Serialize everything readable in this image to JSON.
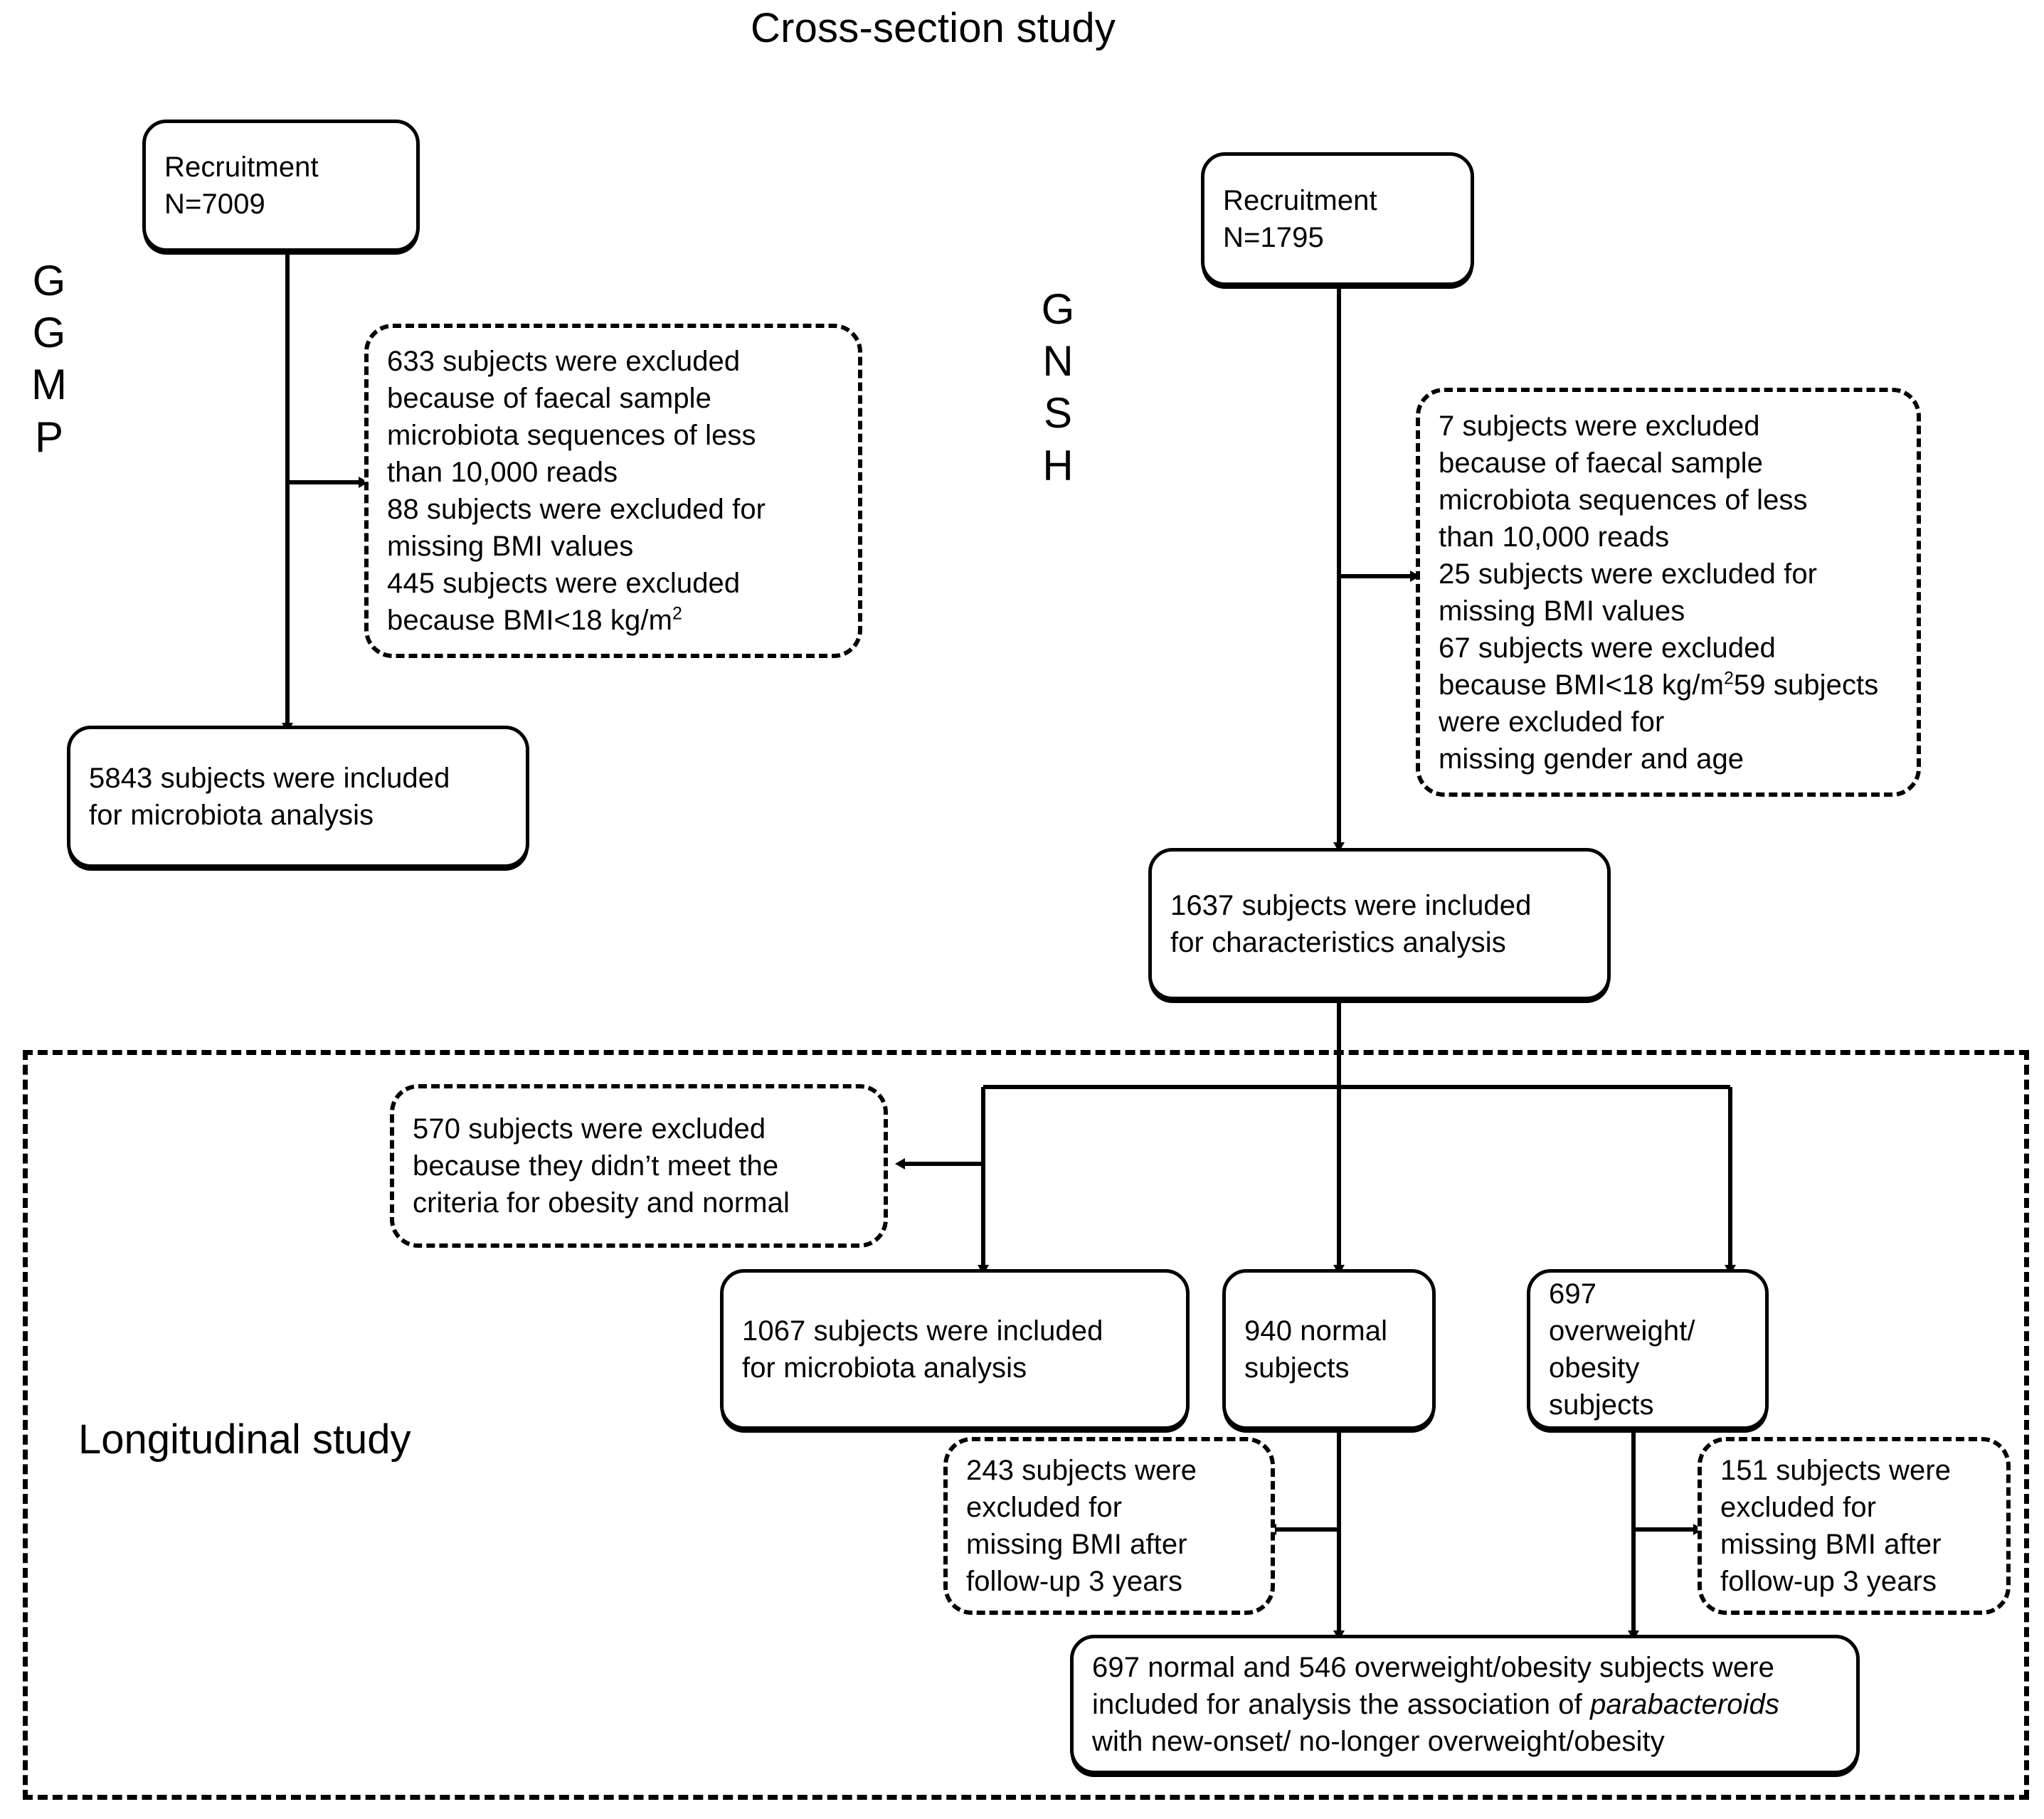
{
  "figure": {
    "title": "Cross-section study",
    "section_label": "Longitudinal study"
  },
  "cohorts": {
    "ggmp": "G\nG\nM\nP",
    "gnsh": "G\nN\nS\nH"
  },
  "nodes": {
    "ggmp_recruitment": "Recruitment\nN=7009",
    "ggmp_excluded": "633 subjects were excluded\nbecause of faecal  sample\nmicrobiota sequences  of less\nthan  10,000  reads\n88 subjects were excluded for\nmissing BMI values\n445 subjects were excluded\nbecause BMI<18 kg/m",
    "ggmp_excluded_sup": "2",
    "ggmp_included": "5843 subjects  were included\nfor microbiota analysis",
    "gnsh_recruitment": "Recruitment\nN=1795",
    "gnsh_excluded_a": "7 subjects were excluded\nbecause of faecal  sample\nmicrobiota sequences  of less\nthan  10,000  reads\n25 subjects were excluded for\nmissing BMI values\n67 subjects were excluded\nbecause BMI<18 kg/m",
    "gnsh_excluded_sup": "2",
    "gnsh_excluded_b": "59 subjects were excluded for\n missing gender and age",
    "gnsh_included": "1637 subjects  were included\nfor characteristics analysis",
    "long_excluded_criteria": "570 subjects were excluded\nbecause they didn’t meet the\ncriteria for obesity and normal",
    "long_microbiota": "1067 subjects  were included\nfor microbiota analysis",
    "long_normal": "940 normal\nsubjects",
    "long_overweight": "697 overweight/\nobesity subjects",
    "long_excluded_normal": "243 subjects were\nexcluded for\nmissing BMI after\nfollow-up 3 years",
    "long_excluded_overweight": "151 subjects were\nexcluded for\nmissing BMI after\nfollow-up 3 years",
    "long_final_line1": "697 normal and 546 overweight/obesity subjects were",
    "long_final_line2_pre": "included for analysis the association of ",
    "long_final_line2_ital": "parabacteroids",
    "long_final_line3": "with new-onset/ no-longer overweight/obesity"
  },
  "colors": {
    "stroke": "#000000",
    "background": "#ffffff"
  }
}
